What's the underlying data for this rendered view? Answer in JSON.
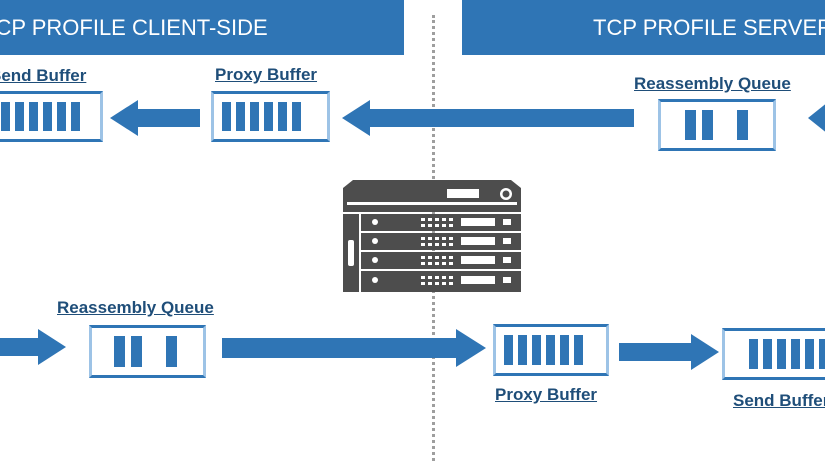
{
  "headers": {
    "client": "TCP PROFILE CLIENT-SIDE",
    "server": "TCP PROFILE SERVER-SIDE"
  },
  "labels": {
    "send_buffer_client": "Send Buffer",
    "proxy_buffer_client": "Proxy Buffer",
    "reassembly_queue_server": "Reassembly Queue",
    "reassembly_queue_client": "Reassembly Queue",
    "proxy_buffer_server": "Proxy Buffer",
    "send_buffer_server": "Send Buffer"
  },
  "icons": {
    "device": "server-appliance-icon",
    "logo": "f5-logo-icon"
  },
  "colors": {
    "header": "#2f75b5",
    "arrow": "#2f75b5",
    "label": "#1f4e79",
    "device": "#4d4d4d"
  }
}
